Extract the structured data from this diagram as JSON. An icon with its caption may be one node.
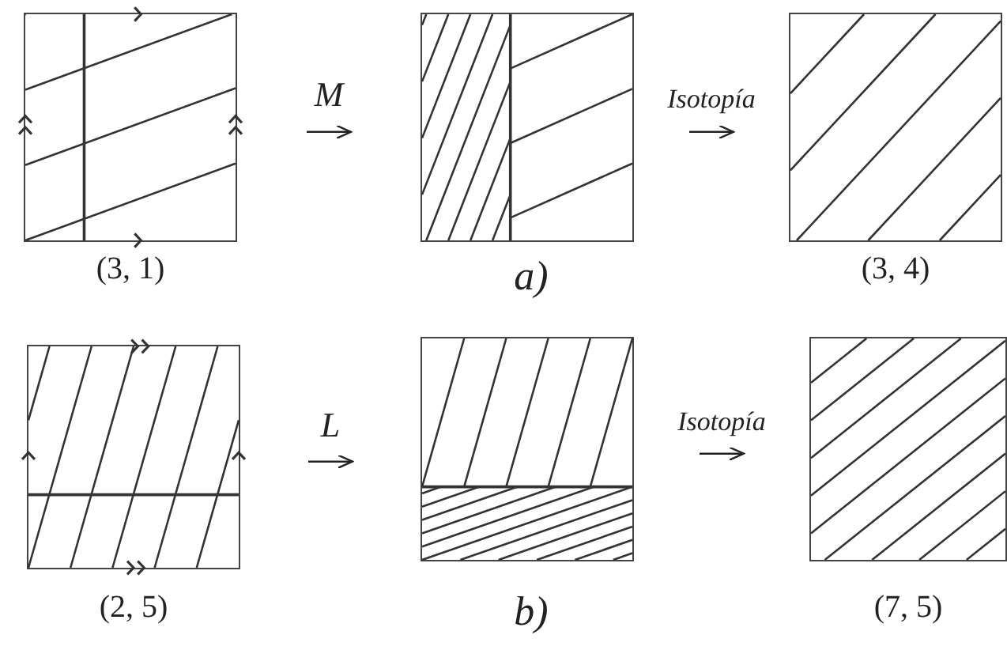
{
  "diagram": {
    "nodes": [
      {
        "text": [
          "(3, 1)"
        ]
      },
      {
        "text": [],
        "shape": "picture"
      },
      {
        "text": [
          "(3, 4)"
        ]
      },
      {
        "text": [
          "(2, 5)"
        ]
      },
      {
        "text": [],
        "shape": "picture"
      },
      {
        "text": [
          "(7, 5)"
        ]
      }
    ],
    "edges": [
      {
        "from": 0,
        "to": 1,
        "arrow": "to",
        "label": "M"
      },
      {
        "from": 1,
        "to": 2,
        "arrow": "to",
        "label": "Isotopía"
      },
      {
        "from": 3,
        "to": 4,
        "arrow": "to",
        "label": "L"
      },
      {
        "from": 4,
        "to": 5,
        "arrow": "to",
        "label": "Isotopía"
      }
    ],
    "labels": [
      "a)",
      "b)"
    ]
  }
}
